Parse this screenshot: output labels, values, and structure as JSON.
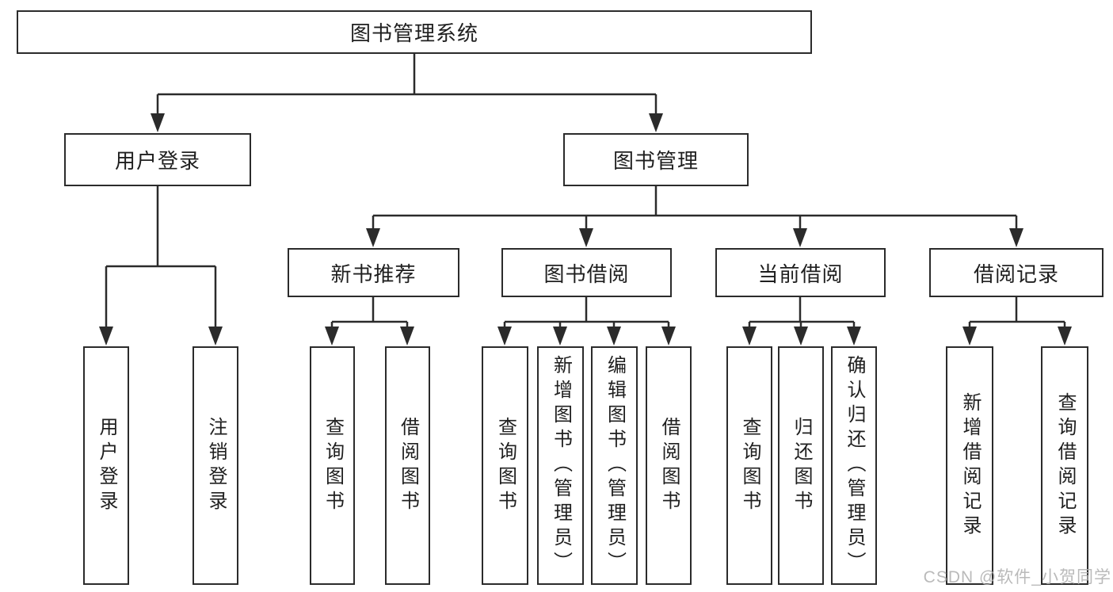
{
  "diagram": {
    "title": "图书管理系统",
    "branches": [
      {
        "label": "用户登录",
        "children": [
          {
            "label": "用户登录"
          },
          {
            "label": "注销登录"
          }
        ]
      },
      {
        "label": "图书管理",
        "children": [
          {
            "label": "新书推荐",
            "children": [
              {
                "label": "查询图书"
              },
              {
                "label": "借阅图书"
              }
            ]
          },
          {
            "label": "图书借阅",
            "children": [
              {
                "label": "查询图书"
              },
              {
                "label": "新增图书（管理员）"
              },
              {
                "label": "编辑图书（管理员）"
              },
              {
                "label": "借阅图书"
              }
            ]
          },
          {
            "label": "当前借阅",
            "children": [
              {
                "label": "查询图书"
              },
              {
                "label": "归还图书"
              },
              {
                "label": "确认归还（管理员）"
              }
            ]
          },
          {
            "label": "借阅记录",
            "children": [
              {
                "label": "新增借阅记录"
              },
              {
                "label": "查询借阅记录"
              }
            ]
          }
        ]
      }
    ]
  },
  "watermark": "CSDN @软件_小贺同学",
  "colors": {
    "line": "#2b2b2b",
    "border": "#2b2b2b",
    "text": "#1f1f1f",
    "watermark": "#b3b3b3",
    "background": "#ffffff"
  }
}
